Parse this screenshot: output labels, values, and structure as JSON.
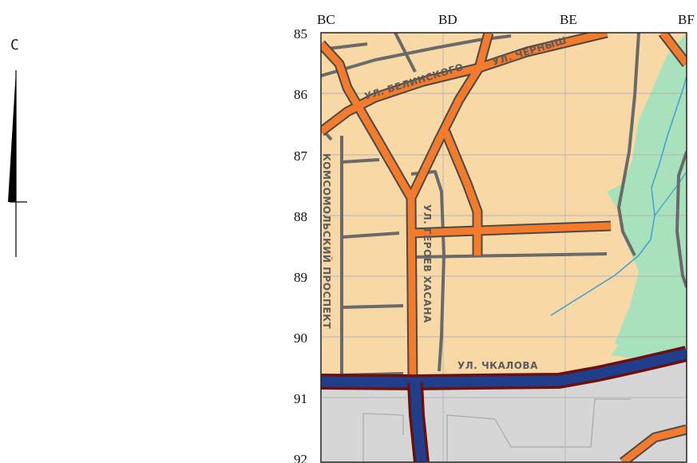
{
  "north_arrow": {
    "label": "С"
  },
  "grid": {
    "columns": [
      "BC",
      "BD",
      "BE",
      "BF"
    ],
    "rows": [
      "85",
      "86",
      "87",
      "88",
      "89",
      "90",
      "91",
      "92"
    ]
  },
  "streets": {
    "belinskogo": "УЛ. БЕЛИНСКОГО",
    "chernyshevskogo": "УЛ. ЧЕРНЫШ",
    "komsomolsky": "КОМСОМОЛЬСКИЙ ПРОСПЕКТ",
    "geroev_khasana": "УЛ. ГЕРОЕВ ХАСАНА",
    "chkalova": "УЛ. ЧКАЛОВА"
  },
  "colors": {
    "urban": "#f8d9a6",
    "park": "#a8e2bc",
    "industrial": "#d6d6d6",
    "main_road": "#f47a2c",
    "highway": "#1f3f8c",
    "highway_edge": "#6e0f0f",
    "minor_road": "#6a6a6a",
    "river": "#3d9fd6",
    "grid_line": "#b4b4b4"
  }
}
